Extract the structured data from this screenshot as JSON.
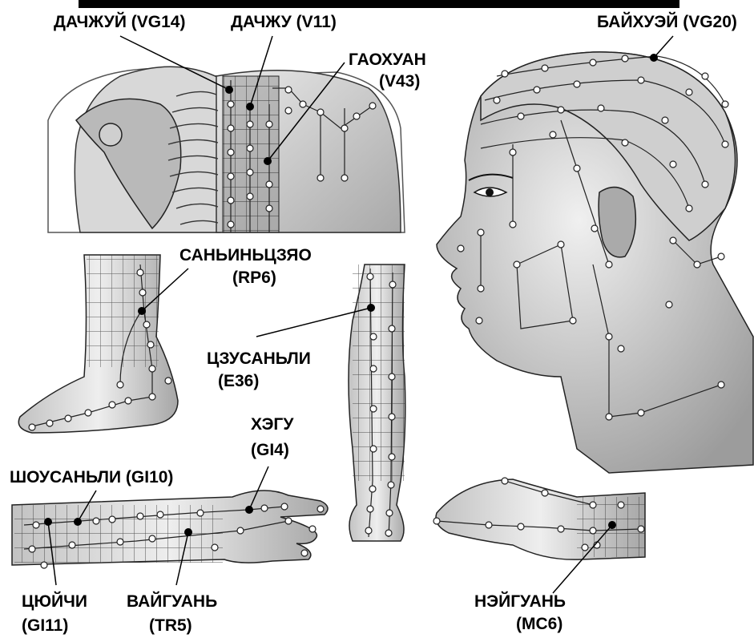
{
  "labels": {
    "dazhui": "ДАЧЖУЙ (VG14)",
    "dazhu": "ДАЧЖУ (V11)",
    "baihui": "БАЙХУЭЙ (VG20)",
    "gaohuang_name": "ГАОХУАН",
    "gaohuang_code": "(V43)",
    "sanyinjiao_name": "САНЬИНЬЦЗЯО",
    "sanyinjiao_code": "(RP6)",
    "zusanli_name": "ЦЗУСАНЬЛИ",
    "zusanli_code": "(E36)",
    "hegu_name": "ХЭГУ",
    "hegu_code": "(GI4)",
    "shousanli": "ШОУСАНЬЛИ (GI10)",
    "quchi_name": "ЦЮЙЧИ",
    "quchi_code": "(GI11)",
    "waiguan_name": "ВАЙГУАНЬ",
    "waiguan_code": "(TR5)",
    "neiguan_name": "НЭЙГУАНЬ",
    "neiguan_code": "(MC6)"
  },
  "colors": {
    "ink": "#000000",
    "skin_light": "#e6e6e6",
    "skin_mid": "#bdbdbd",
    "skin_dark": "#8a8a8a",
    "bone": "#d4d4d4"
  }
}
